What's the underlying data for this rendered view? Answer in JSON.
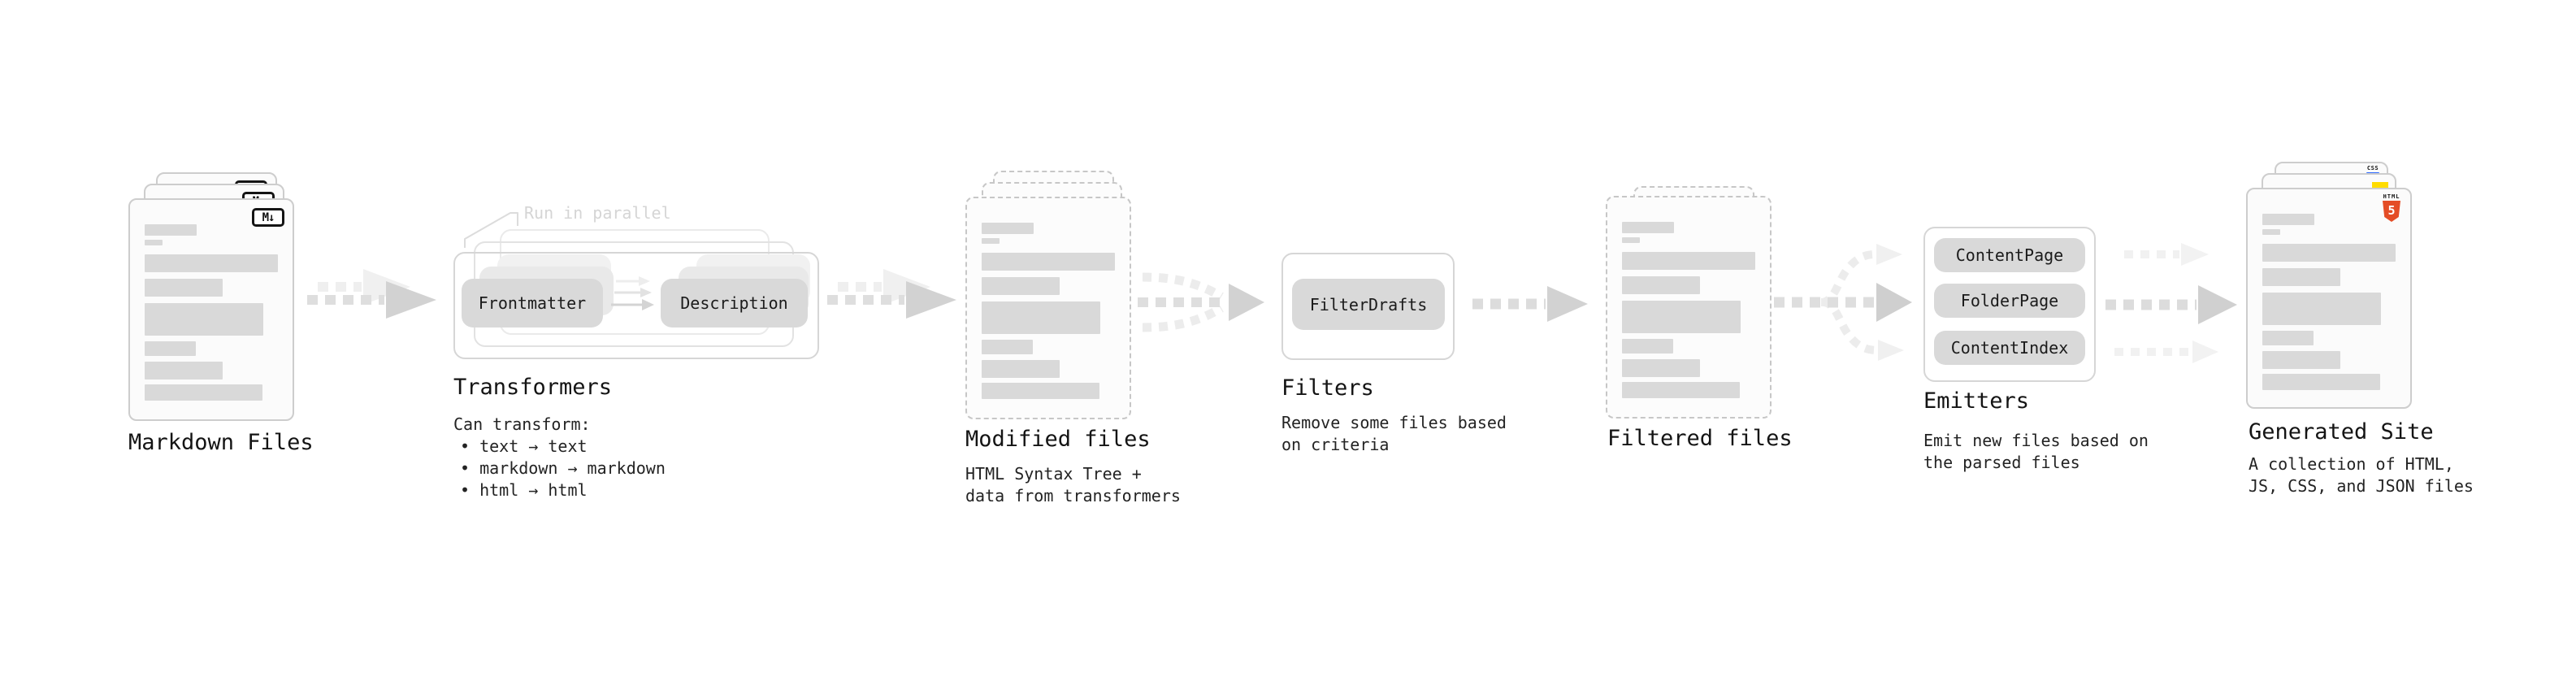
{
  "diagram": {
    "markdown_files": {
      "title": "Markdown Files",
      "badge": "M↓"
    },
    "transformers": {
      "note": "Run in parallel",
      "frontmatter_label": "Frontmatter",
      "description_label": "Description",
      "title": "Transformers",
      "caption_heading": "Can transform:",
      "bullets": [
        "text → text",
        "markdown → markdown",
        "html → html"
      ]
    },
    "modified_files": {
      "title": "Modified files",
      "caption": "HTML Syntax Tree +\ndata from transformers"
    },
    "filters": {
      "title": "Filters",
      "filter_label": "FilterDrafts",
      "caption": "Remove some files based\non criteria"
    },
    "filtered_files": {
      "title": "Filtered files"
    },
    "emitters": {
      "title": "Emitters",
      "emitter_labels": [
        "ContentPage",
        "FolderPage",
        "ContentIndex"
      ],
      "caption": "Emit new files based on\nthe parsed files"
    },
    "generated_site": {
      "title": "Generated Site",
      "caption": "A collection of HTML,\nJS, CSS, and JSON files",
      "css_badge": "CSS",
      "html_badge_word": "HTML",
      "html_badge_number": "5"
    }
  },
  "colors": {
    "html5_orange": "#E44D26",
    "js_badge_yellow": "#FFDC00",
    "css_badge_blue": "#2F6BFF",
    "placeholder_gray": "#D9D9D9",
    "chip_gray": "#D9D9D9",
    "arrow_gray": "#D2D2D2",
    "arrow_ghost_gray": "#EFEFEF"
  }
}
